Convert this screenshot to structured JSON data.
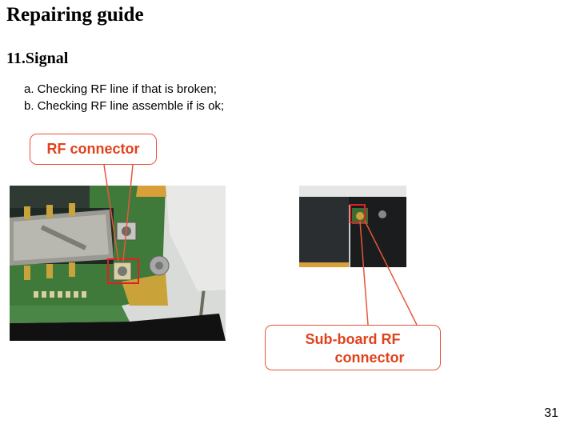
{
  "title": "Repairing guide",
  "section": "11.Signal",
  "checks": [
    "a. Checking RF line if that is broken;",
    "b. Checking RF line assemble if is ok;"
  ],
  "callouts": {
    "rf_connector": "RF connector",
    "sub_board_line1": "Sub-board RF",
    "sub_board_line2": "connector"
  },
  "photos": {
    "main": "phone-board-photo",
    "sub": "sub-board-photo"
  },
  "colors": {
    "callout": "#e0421c",
    "callout_border": "#e8553d",
    "highlight": "#e02020"
  },
  "page_number": "31"
}
